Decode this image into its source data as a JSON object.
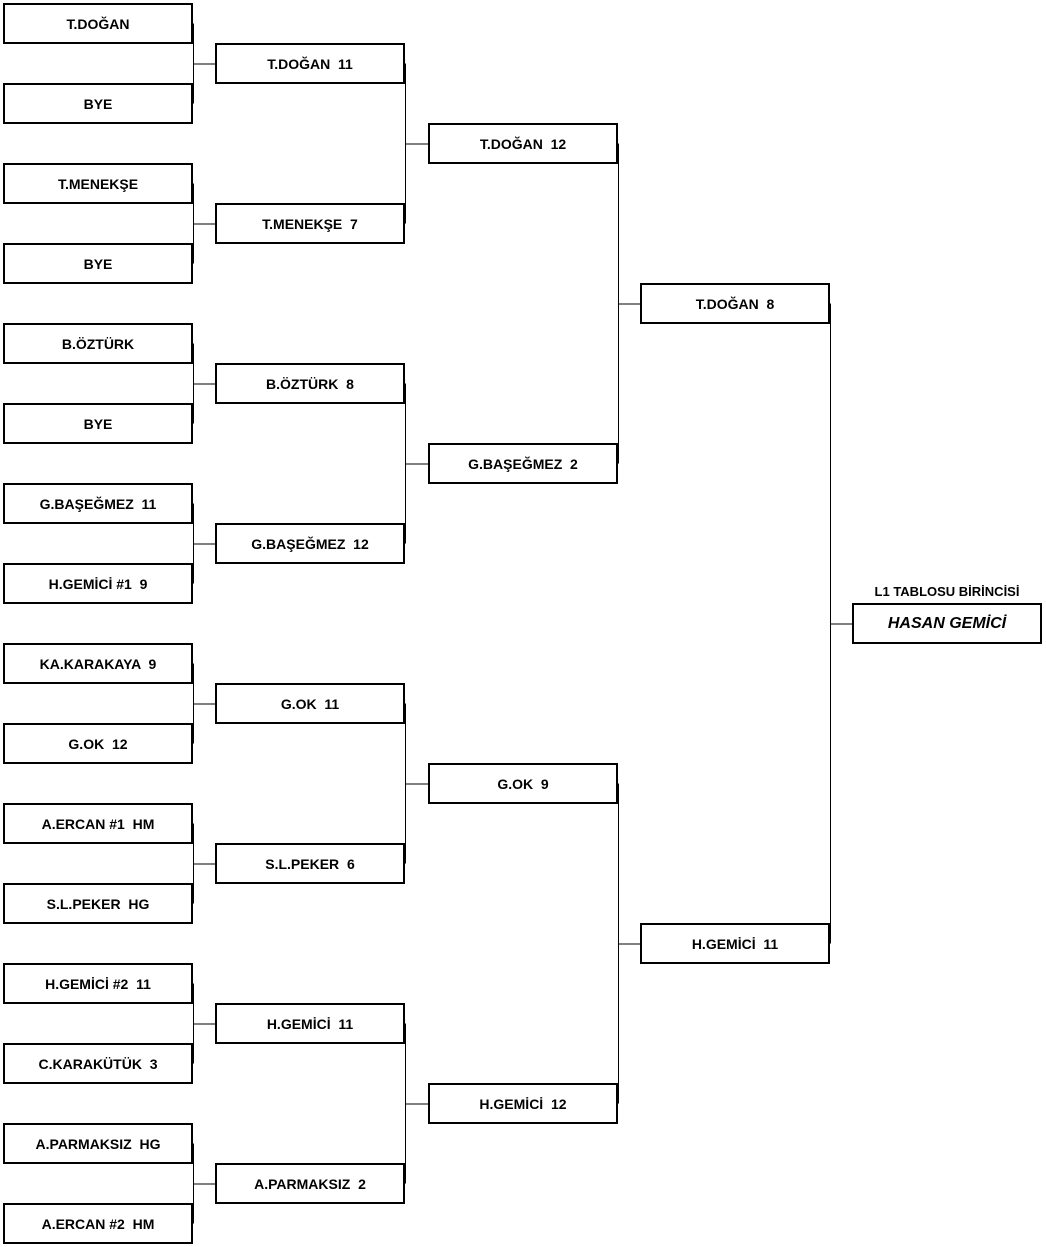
{
  "champion": {
    "label": "L1 TABLOSU BİRİNCİSİ",
    "name": "HASAN GEMİCİ"
  },
  "rounds": [
    {
      "matches": [
        "T.DOĞAN",
        "BYE",
        "T.MENEKŞE",
        "BYE",
        "B.ÖZTÜRK",
        "BYE",
        "G.BAŞEĞMEZ  11",
        "H.GEMİCİ #1  9",
        "KA.KARAKAYA  9",
        "G.OK  12",
        "A.ERCAN #1  HM",
        "S.L.PEKER  HG",
        "H.GEMİCİ #2  11",
        "C.KARAKÜTÜK  3",
        "A.PARMAKSIZ  HG",
        "A.ERCAN #2  HM"
      ]
    },
    {
      "matches": [
        "T.DOĞAN  11",
        "T.MENEKŞE  7",
        "B.ÖZTÜRK  8",
        "G.BAŞEĞMEZ  12",
        "G.OK  11",
        "S.L.PEKER  6",
        "H.GEMİCİ  11",
        "A.PARMAKSIZ  2"
      ]
    },
    {
      "matches": [
        "T.DOĞAN  12",
        "G.BAŞEĞMEZ  2",
        "G.OK  9",
        "H.GEMİCİ  12"
      ]
    },
    {
      "matches": [
        "T.DOĞAN  8",
        "H.GEMİCİ  11"
      ]
    }
  ]
}
